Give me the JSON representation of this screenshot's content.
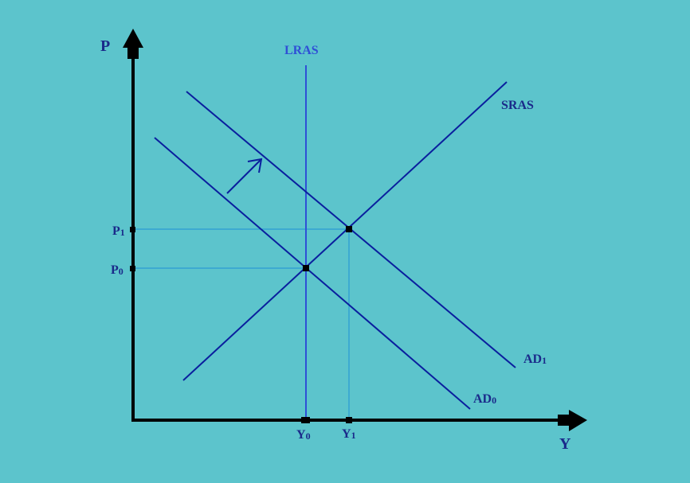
{
  "axes": {
    "y_label": "P",
    "x_label": "Y"
  },
  "curves": {
    "lras": "LRAS",
    "sras": "SRAS",
    "ad0_base": "AD",
    "ad0_sub": "0",
    "ad1_base": "AD",
    "ad1_sub": "1"
  },
  "ticks": {
    "p0_base": "P",
    "p0_sub": "0",
    "p1_base": "P",
    "p1_sub": "1",
    "y0_base": "Y",
    "y0_sub": "0",
    "y1_base": "Y",
    "y1_sub": "1"
  },
  "colors": {
    "background": "#5cc4cc",
    "axis": "#000000",
    "curve": "#0a1f9e",
    "lras": "#2f4fd6",
    "guide": "#1e90d6",
    "label": "#1a2a8a",
    "lras_label": "#2f4fd6"
  }
}
